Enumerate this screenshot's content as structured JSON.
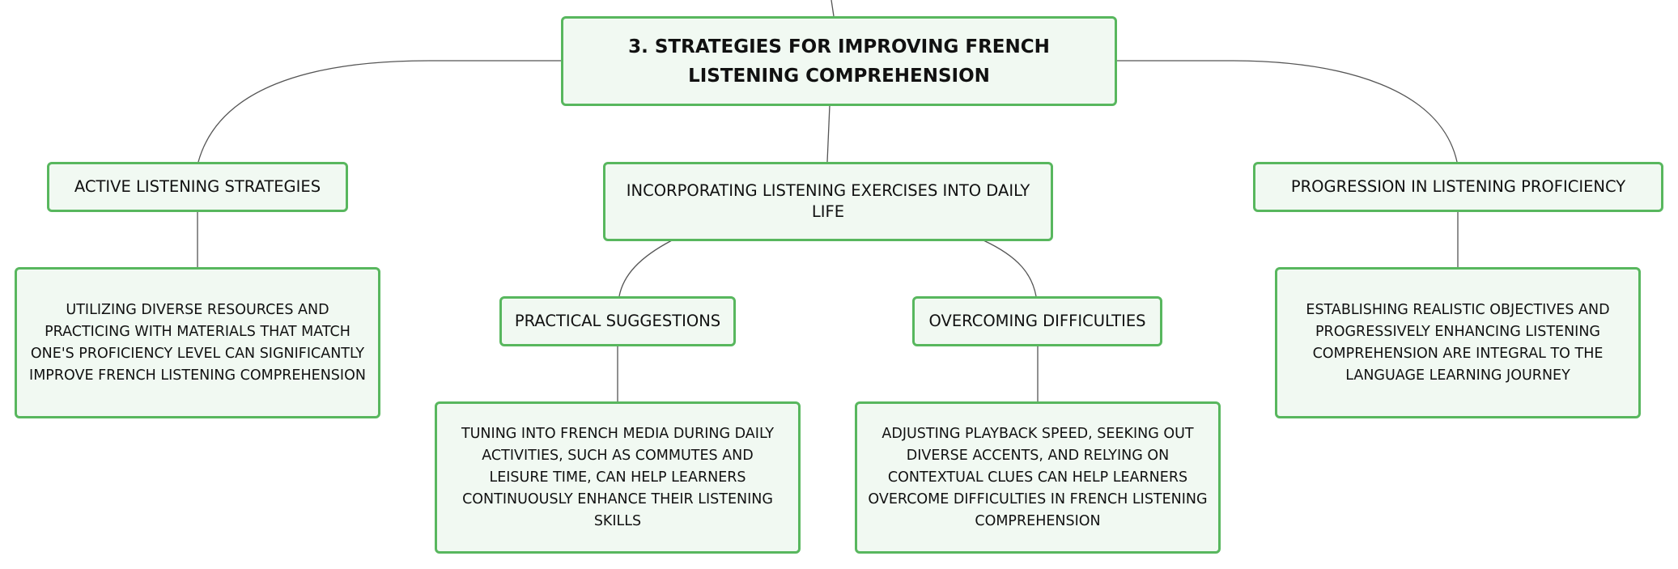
{
  "diagram": {
    "root": {
      "label": "3. STRATEGIES FOR IMPROVING FRENCH LISTENING COMPREHENSION"
    },
    "branches": [
      {
        "label": "ACTIVE LISTENING STRATEGIES",
        "detail": "UTILIZING DIVERSE RESOURCES AND PRACTICING WITH MATERIALS THAT MATCH ONE'S PROFICIENCY LEVEL CAN SIGNIFICANTLY IMPROVE FRENCH LISTENING COMPREHENSION"
      },
      {
        "label": "INCORPORATING LISTENING EXERCISES INTO DAILY LIFE",
        "children": [
          {
            "label": "PRACTICAL SUGGESTIONS",
            "detail": "TUNING INTO FRENCH MEDIA DURING DAILY ACTIVITIES, SUCH AS COMMUTES AND LEISURE TIME, CAN HELP LEARNERS CONTINUOUSLY ENHANCE THEIR LISTENING SKILLS"
          },
          {
            "label": "OVERCOMING DIFFICULTIES",
            "detail": "ADJUSTING PLAYBACK SPEED, SEEKING OUT DIVERSE ACCENTS, AND RELYING ON CONTEXTUAL CLUES CAN HELP LEARNERS OVERCOME DIFFICULTIES IN FRENCH LISTENING COMPREHENSION"
          }
        ]
      },
      {
        "label": "PROGRESSION IN LISTENING PROFICIENCY",
        "detail": "ESTABLISHING REALISTIC OBJECTIVES AND PROGRESSIVELY ENHANCING LISTENING COMPREHENSION ARE INTEGRAL TO THE LANGUAGE LEARNING JOURNEY"
      }
    ]
  }
}
